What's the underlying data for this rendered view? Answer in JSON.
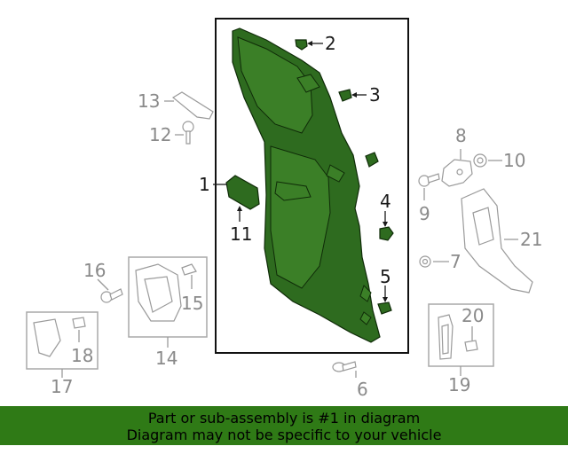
{
  "callouts": {
    "c1": "1",
    "c2": "2",
    "c3": "3",
    "c4": "4",
    "c5": "5",
    "c6": "6",
    "c7": "7",
    "c8": "8",
    "c9": "9",
    "c10": "10",
    "c11": "11",
    "c12": "12",
    "c13": "13",
    "c14": "14",
    "c15": "15",
    "c16": "16",
    "c17": "17",
    "c18": "18",
    "c19": "19",
    "c20": "20",
    "c21": "21"
  },
  "colors": {
    "highlight_part": "#2e6b1f",
    "banner_background": "#2f7a16",
    "secondary_parts": "#9a9a9a"
  },
  "banner": {
    "line1": "Part or sub-assembly is #1 in diagram",
    "line2": "Diagram may not be specific to your vehicle"
  }
}
